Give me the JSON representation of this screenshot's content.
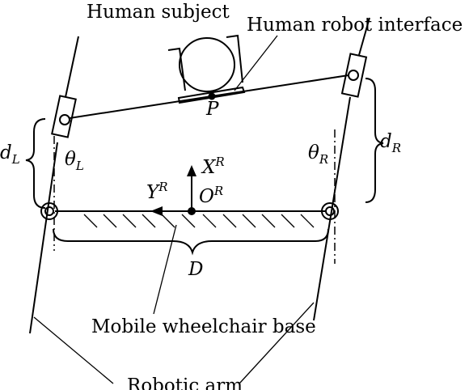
{
  "labels": {
    "human_subject": "Human subject",
    "interface": "Human robot interface",
    "point_p": "P",
    "dist_left": "d",
    "dist_left_sub": "L",
    "dist_right": "d",
    "dist_right_sub": "R",
    "theta_left": "θ",
    "theta_left_sub": "L",
    "theta_right": "θ",
    "theta_right_sub": "R",
    "axis_x": "X",
    "axis_x_sup": "R",
    "axis_y": "Y",
    "axis_y_sup": "R",
    "origin": "O",
    "origin_sup": "R",
    "dist_base": "D",
    "base": "Mobile wheelchair base",
    "arm": "Robotic arm"
  }
}
